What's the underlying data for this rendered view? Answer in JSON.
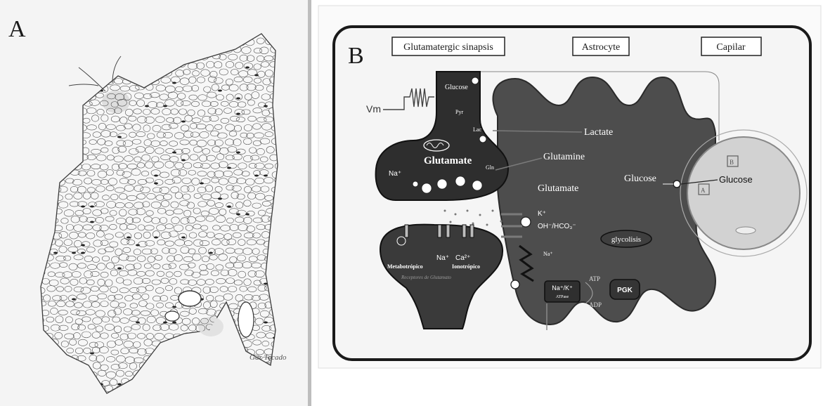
{
  "panel_a": {
    "label": "A",
    "signature": "Gar Tocado"
  },
  "panel_b": {
    "label": "B",
    "headers": {
      "synapse": "Glutamatergic sinapsis",
      "astrocyte": "Astrocyte",
      "capillary": "Capilar"
    },
    "neuron": {
      "vm": "Vm",
      "glucose": "Glucose",
      "pyr": "Pyr",
      "lac": "Lac",
      "glutamate": "Glutamate",
      "gln": "Gln",
      "na": "Na⁺"
    },
    "astrocyte": {
      "lactate": "Lactate",
      "glutamine": "Glutamine",
      "glutamate": "Glutamate",
      "glucose": "Glucose",
      "k": "K⁺",
      "oh": "OH⁻/HCO₃⁻",
      "na": "Na⁺",
      "glycolysis": "glycolisis",
      "pump": "Na⁺/K⁺",
      "pump_sub": "ATPase",
      "atp": "ATP",
      "adp": "ADP",
      "pgk": "PGK"
    },
    "receptors": {
      "metabotropic": "Metabotrópico",
      "ionotropic": "Ionotrópico",
      "na": "Na⁺",
      "ca": "Ca²⁺",
      "caption": "Receptores de Glutamato"
    },
    "capillary": {
      "glucose": "Glucose",
      "box_a": "A",
      "box_b": "B"
    }
  },
  "colors": {
    "cell_fill": "#4d4d4d",
    "neuron_fill": "#2e2e2e",
    "receptor_fill": "#3a3a3a",
    "frame": "#1a1a1a",
    "capillary_fill": "#d2d2d2"
  }
}
